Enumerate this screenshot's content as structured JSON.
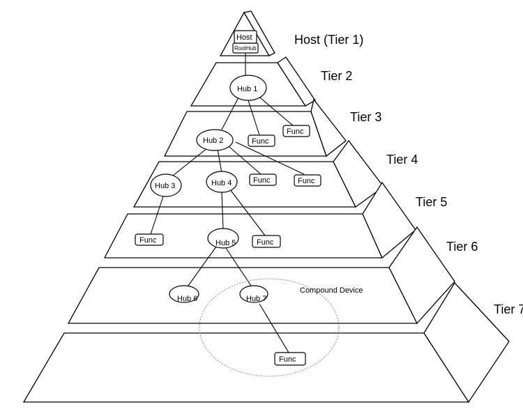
{
  "tiers": {
    "t1": "Host (Tier 1)",
    "t2": "Tier 2",
    "t3": "Tier 3",
    "t4": "Tier 4",
    "t5": "Tier 5",
    "t6": "Tier 6",
    "t7": "Tier 7"
  },
  "host": {
    "label": "Host",
    "sub_label": "RootHub"
  },
  "hubs": {
    "hub1": "Hub 1",
    "hub2": "Hub 2",
    "hub3": "Hub 3",
    "hub4": "Hub 4",
    "hub5": "Hub 5",
    "hub6": "Hub 6",
    "hub7": "Hub 7"
  },
  "functions": {
    "func_label": "Func"
  },
  "compound_device": {
    "label": "Compound Device"
  }
}
